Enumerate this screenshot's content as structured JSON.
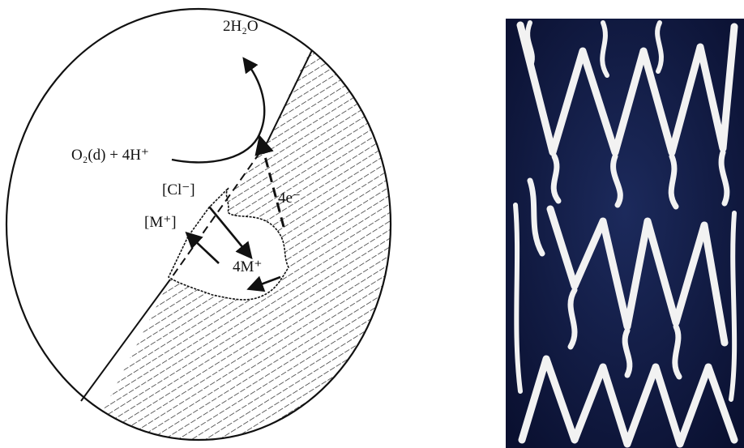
{
  "diagram": {
    "labels": {
      "water": "2H₂O",
      "oxygen_reaction": "O₂(d) + 4H⁺",
      "chloride": "[Cl⁻]",
      "electrons": "4e⁻",
      "metal_ion": "[M⁺]",
      "metal_ions_released": "4M⁺"
    }
  },
  "photo": {
    "colors": {
      "background": "#10183a",
      "struts": "#f2f2f2"
    }
  }
}
